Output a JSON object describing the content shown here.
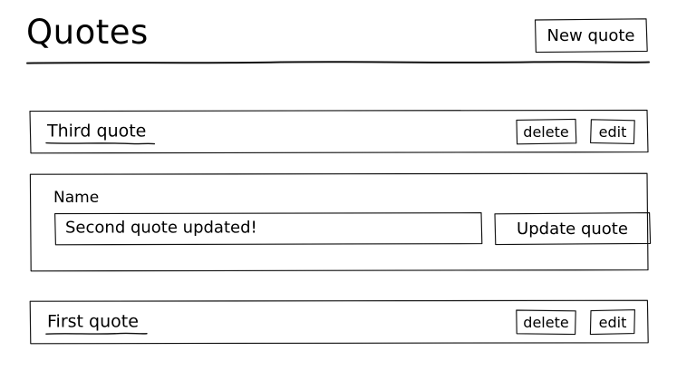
{
  "header": {
    "title": "Quotes",
    "new_quote_label": "New quote",
    "divider": "horizontal-rule"
  },
  "list": {
    "rows": [
      {
        "name": "Third quote",
        "delete_label": "delete",
        "edit_label": "edit"
      },
      {
        "name": "First quote",
        "delete_label": "delete",
        "edit_label": "edit"
      }
    ]
  },
  "edit_form": {
    "name_label": "Name",
    "name_value": "Second quote updated!",
    "submit_label": "Update quote"
  },
  "style": {
    "ink": "#111111",
    "background": "#ffffff"
  }
}
